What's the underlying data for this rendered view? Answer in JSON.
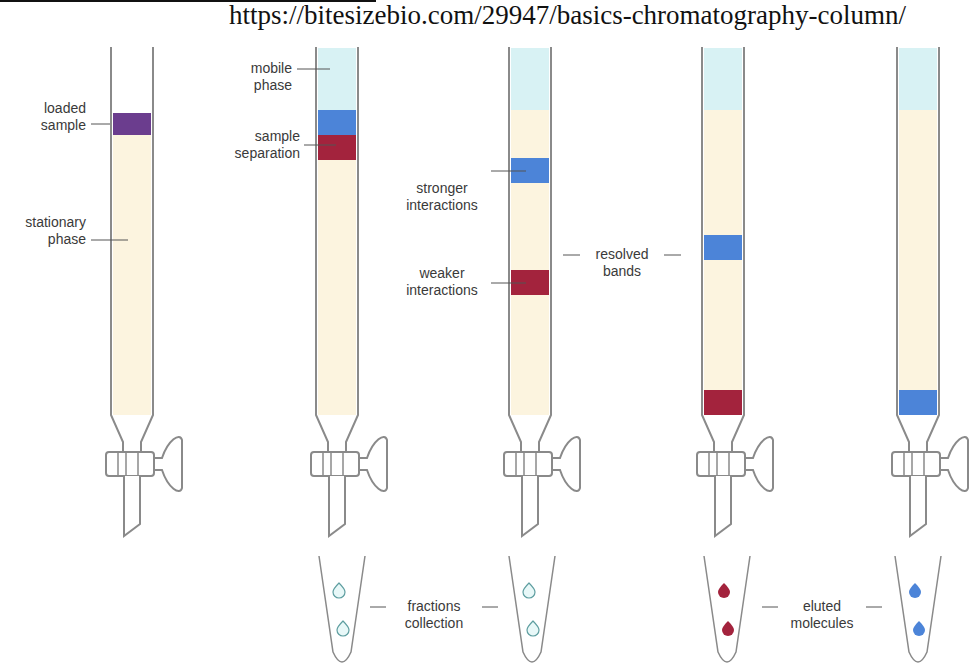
{
  "diagram": {
    "labels": [
      "https://bitesizebio.com/29947/basics-chromatography-column/",
      "loaded sample",
      "stationary phase",
      "mobile phase",
      "sample separation",
      "stronger interactions",
      "weaker interactions",
      "resolved bands",
      "fractions collection",
      "eluted molecules"
    ]
  }
}
